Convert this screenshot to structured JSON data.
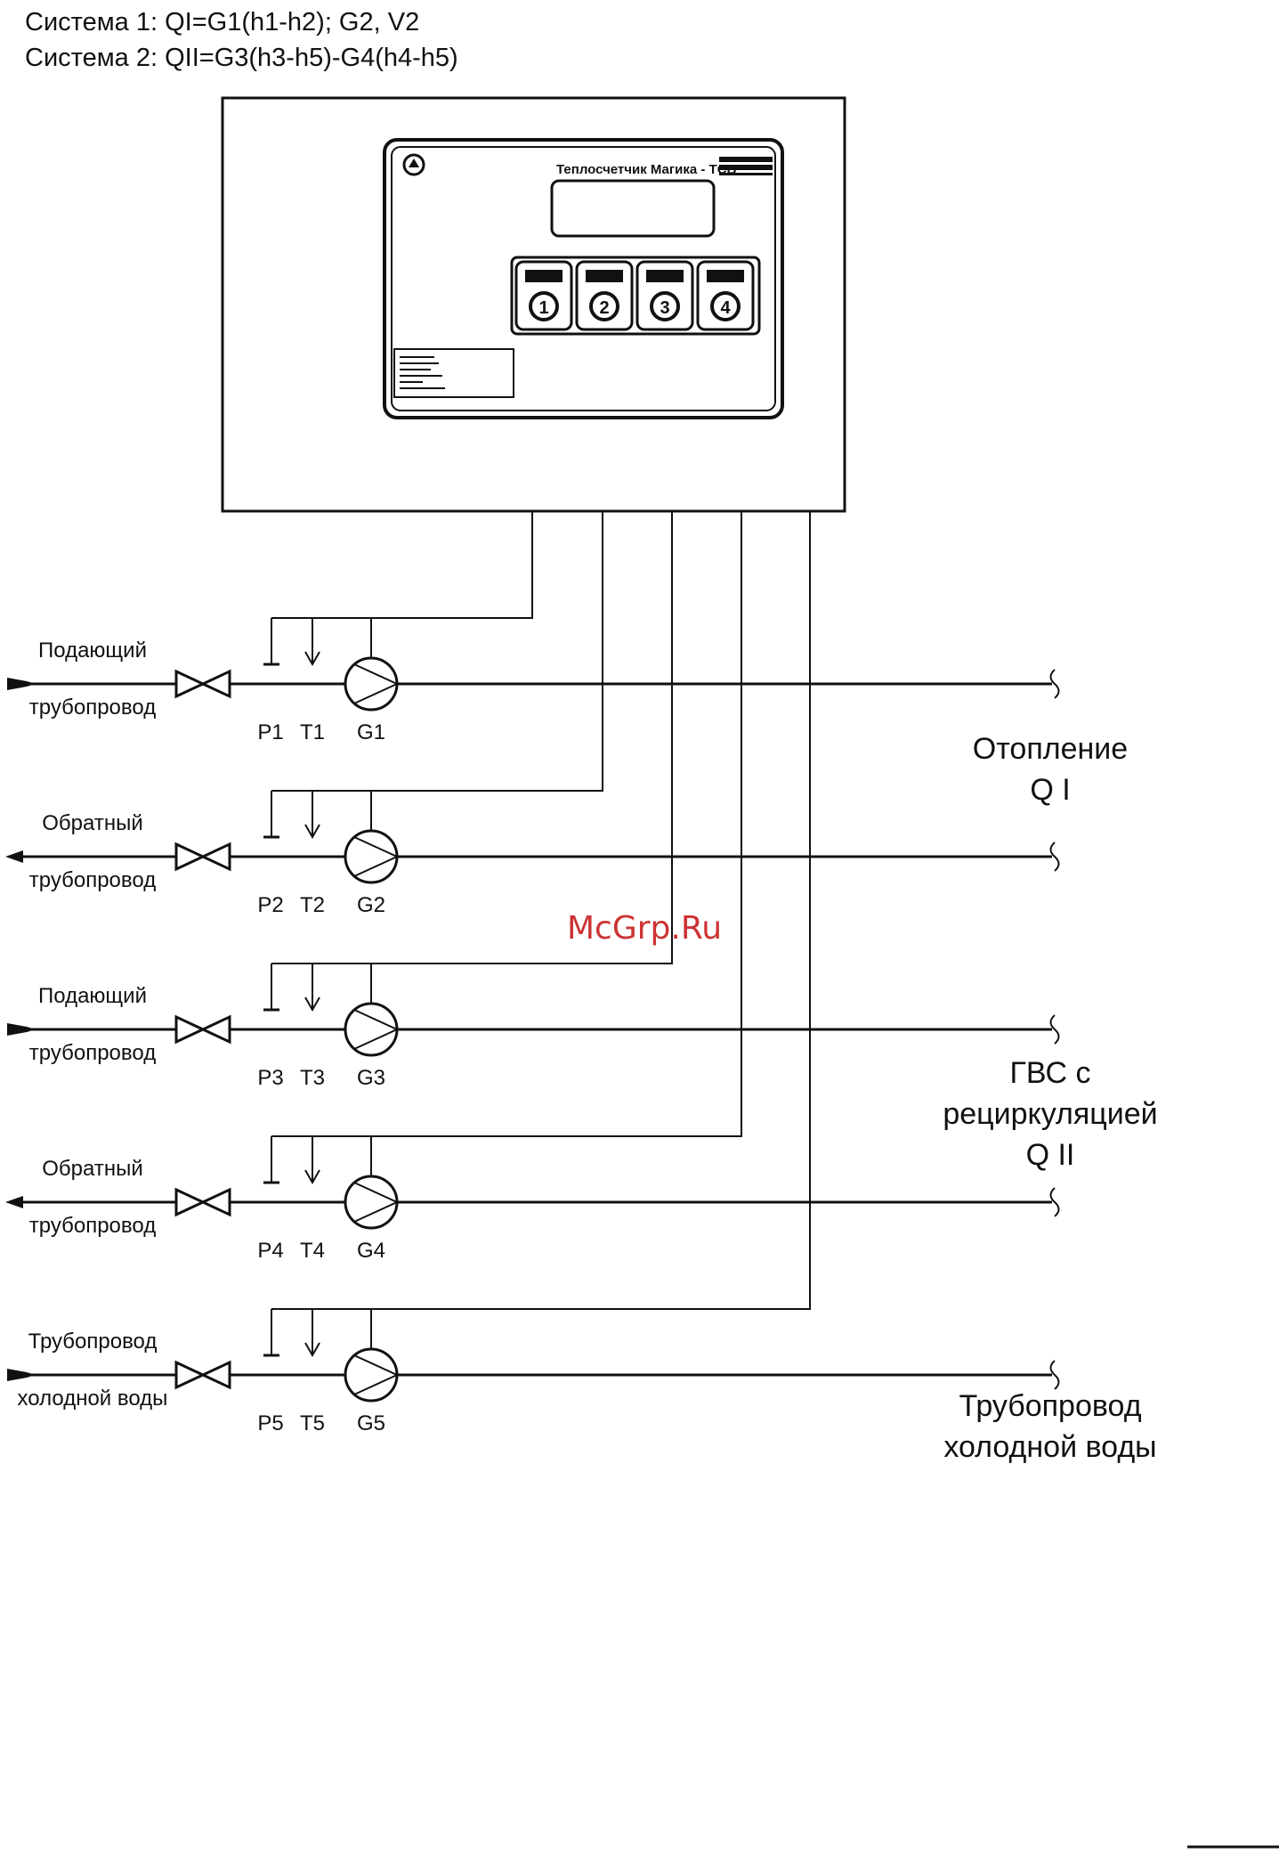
{
  "header": {
    "line1": "Система 1: QI=G1(h1-h2); G2, V2",
    "line2": "Система 2: QII=G3(h3-h5)-G4(h4-h5)"
  },
  "device": {
    "title": "Теплосчетчик Магика - ТСБ",
    "buttons": [
      {
        "number": "1"
      },
      {
        "number": "2"
      },
      {
        "number": "3"
      },
      {
        "number": "4"
      }
    ]
  },
  "pipes": [
    {
      "left_label_1": "Подающий",
      "left_label_2": "трубопровод",
      "p": "P1",
      "t": "T1",
      "g": "G1",
      "direction": "in"
    },
    {
      "left_label_1": "Обратный",
      "left_label_2": "трубопровод",
      "p": "P2",
      "t": "T2",
      "g": "G2",
      "direction": "out"
    },
    {
      "left_label_1": "Подающий",
      "left_label_2": "трубопровод",
      "p": "P3",
      "t": "T3",
      "g": "G3",
      "direction": "in"
    },
    {
      "left_label_1": "Обратный",
      "left_label_2": "трубопровод",
      "p": "P4",
      "t": "T4",
      "g": "G4",
      "direction": "out"
    },
    {
      "left_label_1": "Трубопровод",
      "left_label_2": "холодной воды",
      "p": "P5",
      "t": "T5",
      "g": "G5",
      "direction": "in"
    }
  ],
  "systems": {
    "heating": {
      "line1": "Отопление",
      "line2": "Q I"
    },
    "hot_water": {
      "line1": "ГВС с",
      "line2": "рециркуляцией",
      "line3": "Q II"
    },
    "cold_water": {
      "line1": "Трубопровод",
      "line2": "холодной воды"
    }
  },
  "watermark": "McGrp.Ru"
}
